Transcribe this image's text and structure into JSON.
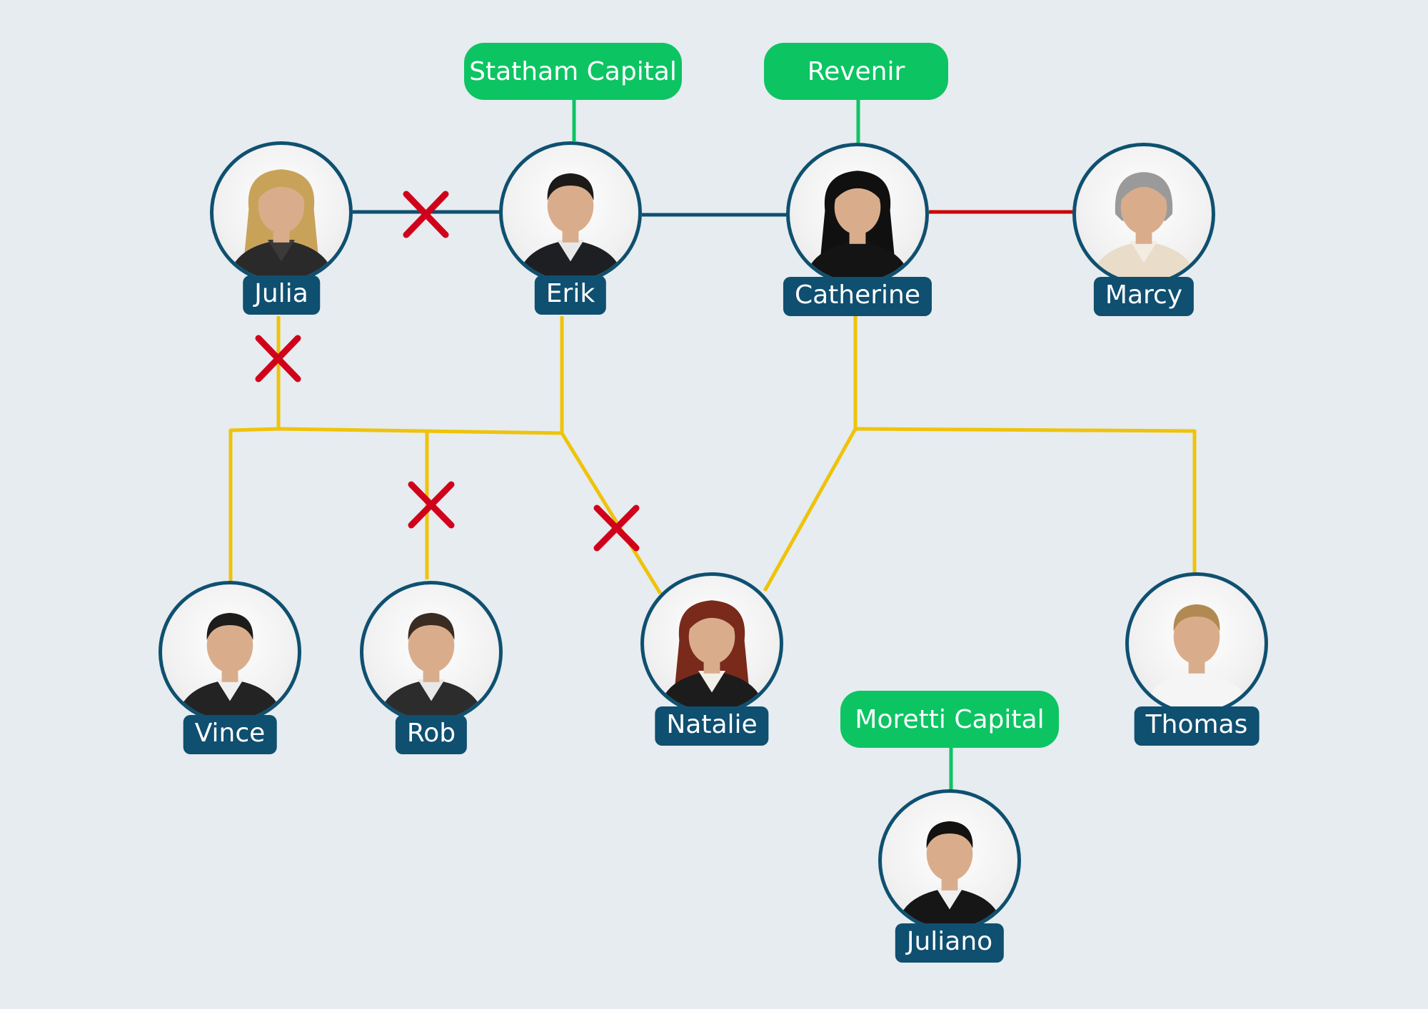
{
  "colors": {
    "background": "#e6ecef",
    "node_border": "#0f5070",
    "name_tag": "#0f4f70",
    "org_box": "#0dc463",
    "link_partner": "#0f5070",
    "link_conflict": "#cc0000",
    "link_family": "#efc30b",
    "link_org": "#0dc463",
    "cross_mark": "#d0021b"
  },
  "organizations": {
    "statham": "Statham Capital",
    "revenir": "Revenir",
    "moretti": "Moretti Capital"
  },
  "people": {
    "julia": {
      "name": "Julia",
      "icon": "portrait-blonde-woman-icon",
      "hair": "#c9a25a",
      "suit": "#2a2a2a",
      "shirt": "#3a3a3a"
    },
    "erik": {
      "name": "Erik",
      "icon": "portrait-man-suit-icon",
      "hair": "#1c1a18",
      "suit": "#1e1f22",
      "shirt": "#e8e8e8"
    },
    "catherine": {
      "name": "Catherine",
      "icon": "portrait-dark-haired-woman-icon",
      "hair": "#101010",
      "suit": "#141414",
      "shirt": "#141414"
    },
    "marcy": {
      "name": "Marcy",
      "icon": "portrait-older-woman-icon",
      "hair": "#9a9a9a",
      "suit": "#e9dcc8",
      "shirt": "#f2ece2"
    },
    "vince": {
      "name": "Vince",
      "icon": "portrait-man-open-shirt-icon",
      "hair": "#1e1c1a",
      "suit": "#232323",
      "shirt": "#efefef"
    },
    "rob": {
      "name": "Rob",
      "icon": "portrait-man-tie-icon",
      "hair": "#3b2c22",
      "suit": "#2c2c2c",
      "shirt": "#e8e8e8"
    },
    "natalie": {
      "name": "Natalie",
      "icon": "portrait-red-haired-woman-icon",
      "hair": "#7a2a1a",
      "suit": "#1c1c1c",
      "shirt": "#f2efe9"
    },
    "thomas": {
      "name": "Thomas",
      "icon": "portrait-man-glasses-icon",
      "hair": "#b08a52",
      "suit": "#f5f5f5",
      "shirt": "#f5f5f5"
    },
    "juliano": {
      "name": "Juliano",
      "icon": "portrait-man-black-suit-icon",
      "hair": "#141210",
      "suit": "#161616",
      "shirt": "#f0f0f0"
    }
  }
}
